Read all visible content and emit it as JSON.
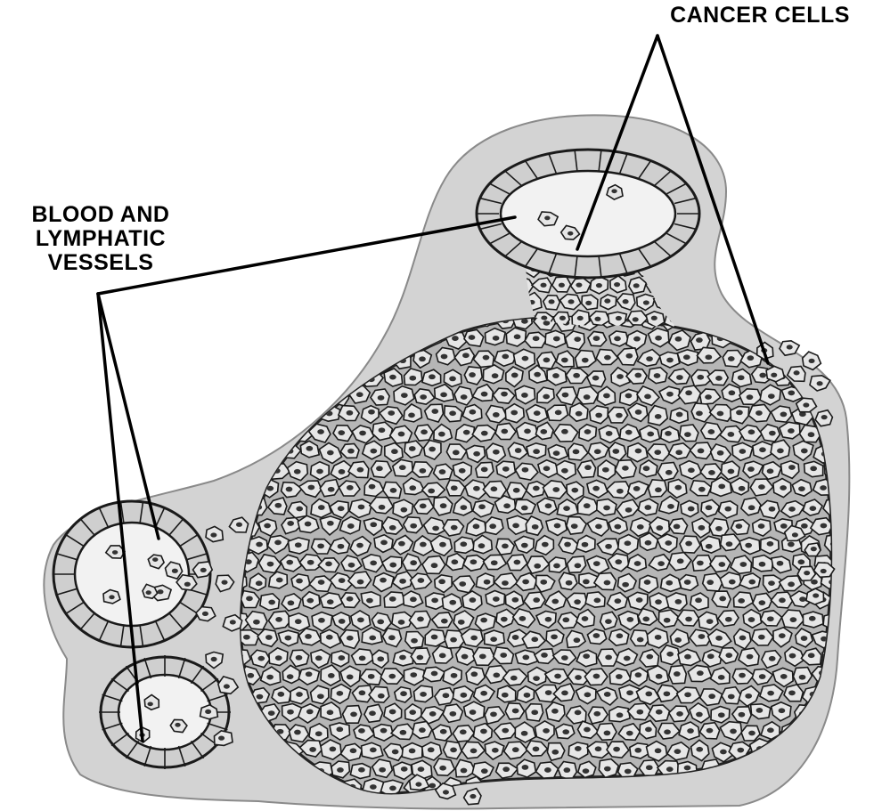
{
  "diagram": {
    "labels": {
      "cancer_cells": "CANCER CELLS",
      "vessels_line1": "BLOOD AND",
      "vessels_line2": "LYMPHATIC",
      "vessels_line3": "VESSELS"
    },
    "colors": {
      "tissue": "#d4d4d4",
      "tumor": "#b8b8b8",
      "cell_fill": "#e6e6e6",
      "cell_stroke": "#1a1a1a",
      "nucleus": "#333333",
      "vessel_lumen": "#f2f2f2",
      "leader_line": "#000000"
    }
  }
}
